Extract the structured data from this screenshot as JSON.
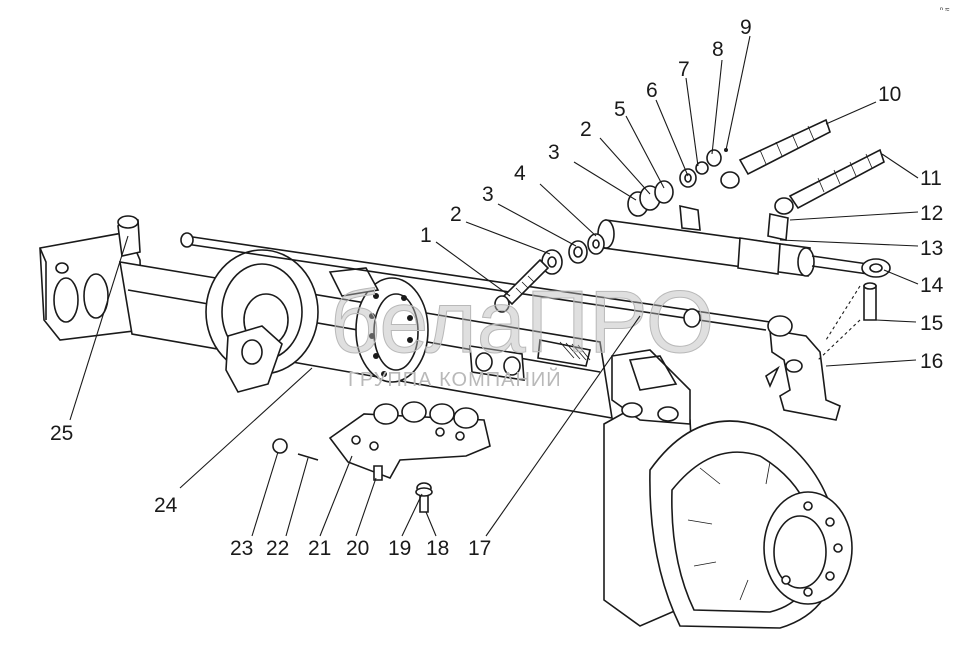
{
  "watermark": {
    "brand": "белаПРО",
    "subtitle": "ГРУППА КОМПАНИЙ"
  },
  "corner_mark": "ⁿ ≈",
  "callouts": [
    {
      "id": "c9",
      "text": "9"
    },
    {
      "id": "c8",
      "text": "8"
    },
    {
      "id": "c7",
      "text": "7"
    },
    {
      "id": "c6",
      "text": "6"
    },
    {
      "id": "c10",
      "text": "10"
    },
    {
      "id": "c5",
      "text": "5"
    },
    {
      "id": "c2a",
      "text": "2"
    },
    {
      "id": "c3a",
      "text": "3"
    },
    {
      "id": "c4a",
      "text": "4"
    },
    {
      "id": "c11",
      "text": "11"
    },
    {
      "id": "c3b",
      "text": "3"
    },
    {
      "id": "c12",
      "text": "12"
    },
    {
      "id": "c2b",
      "text": "2"
    },
    {
      "id": "c13",
      "text": "13"
    },
    {
      "id": "c1",
      "text": "1"
    },
    {
      "id": "c14",
      "text": "14"
    },
    {
      "id": "c15",
      "text": "15"
    },
    {
      "id": "c16",
      "text": "16"
    },
    {
      "id": "c25",
      "text": "25"
    },
    {
      "id": "c24",
      "text": "24"
    },
    {
      "id": "c23",
      "text": "23"
    },
    {
      "id": "c22",
      "text": "22"
    },
    {
      "id": "c21",
      "text": "21"
    },
    {
      "id": "c20",
      "text": "20"
    },
    {
      "id": "c19",
      "text": "19"
    },
    {
      "id": "c18",
      "text": "18"
    },
    {
      "id": "c17",
      "text": "17"
    }
  ],
  "colors": {
    "ink": "#1a1a1a",
    "paper": "#ffffff",
    "watermark": "#b9b9b9"
  }
}
